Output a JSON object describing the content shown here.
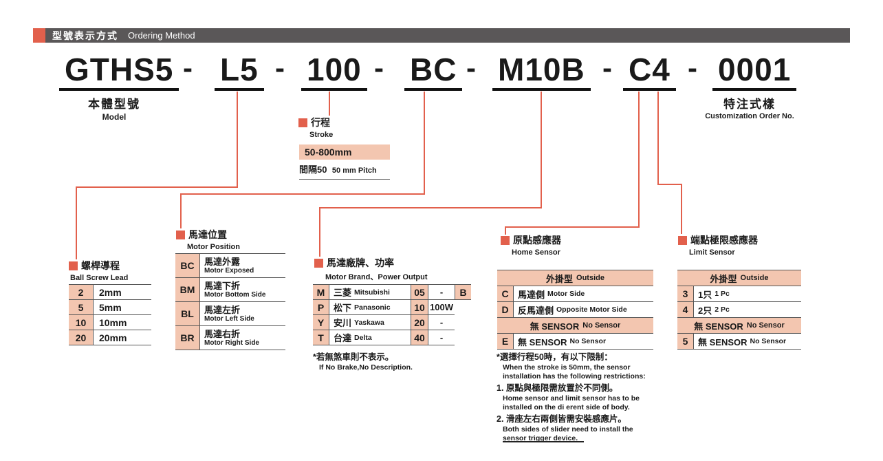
{
  "colors": {
    "accent": "#e2604c",
    "highlight": "#f3c6b0",
    "header_bg": "#5a5758"
  },
  "header": {
    "title_zh": "型號表示方式",
    "title_en": "Ordering Method"
  },
  "model_code": {
    "separator": "-",
    "segments": [
      "GTHS5",
      "L5",
      "100",
      "BC",
      "M10B",
      "C4",
      "0001"
    ]
  },
  "model_label": {
    "zh": "本體型號",
    "en": "Model"
  },
  "customization_label": {
    "zh": "特注式樣",
    "en": "Customization Order No."
  },
  "stroke": {
    "title_zh": "行程",
    "title_en": "Stroke",
    "range": "50-800mm",
    "pitch_zh": "間隔50",
    "pitch_en": "50 mm Pitch"
  },
  "ball_screw_lead": {
    "title_zh": "螺桿導程",
    "title_en": "Ball Screw Lead",
    "rows": [
      {
        "code": "2",
        "value": "2mm"
      },
      {
        "code": "5",
        "value": "5mm"
      },
      {
        "code": "10",
        "value": "10mm"
      },
      {
        "code": "20",
        "value": "20mm"
      }
    ]
  },
  "motor_position": {
    "title_zh": "馬達位置",
    "title_en": "Motor Position",
    "rows": [
      {
        "code": "BC",
        "zh": "馬達外露",
        "en": "Motor Exposed"
      },
      {
        "code": "BM",
        "zh": "馬達下折",
        "en": "Motor Bottom Side"
      },
      {
        "code": "BL",
        "zh": "馬達左折",
        "en": "Motor Left Side"
      },
      {
        "code": "BR",
        "zh": "馬達右折",
        "en": "Motor Right Side"
      }
    ]
  },
  "motor_brand": {
    "title_zh": "馬達廠牌、功率",
    "title_en": "Motor Brand、Power Output",
    "rows": [
      {
        "code": "M",
        "zh": "三菱",
        "en": "Mitsubishi",
        "power_code": "05",
        "power": "-",
        "brake": "B"
      },
      {
        "code": "P",
        "zh": "松下",
        "en": "Panasonic",
        "power_code": "10",
        "power": "100W",
        "brake": ""
      },
      {
        "code": "Y",
        "zh": "安川",
        "en": "Yaskawa",
        "power_code": "20",
        "power": "-",
        "brake": ""
      },
      {
        "code": "T",
        "zh": "台達",
        "en": "Delta",
        "power_code": "40",
        "power": "-",
        "brake": ""
      }
    ],
    "note_zh": "*若無煞車則不表示。",
    "note_en": "If No Brake,No Description."
  },
  "home_sensor": {
    "title_zh": "原點感應器",
    "title_en": "Home Sensor",
    "group_header_zh": "外掛型",
    "group_header_en": "Outside",
    "rows": [
      {
        "code": "C",
        "zh": "馬達側",
        "en": "Motor Side"
      },
      {
        "code": "D",
        "zh": "反馬達側",
        "en": "Opposite Motor Side"
      }
    ],
    "divider_zh": "無 SENSOR",
    "divider_en": "No Sensor",
    "last_row": {
      "code": "E",
      "zh": "無 SENSOR",
      "en": "No Sensor"
    },
    "notes": {
      "intro_zh": "*選擇行程50時，有以下限制：",
      "intro_en": "When the stroke is 50mm, the sensor installation has the following restrictions:",
      "item1_zh": "1. 原點與極限需放置於不同側。",
      "item1_en": "Home sensor and limit sensor has to be installed on the di erent side of body.",
      "item2_zh": "2. 滑座左右兩側皆需安裝感應片。",
      "item2_en": "Both sides of slider need to install the sensor trigger device."
    }
  },
  "limit_sensor": {
    "title_zh": "端點極限感應器",
    "title_en": "Limit Sensor",
    "group_header_zh": "外掛型",
    "group_header_en": "Outside",
    "rows": [
      {
        "code": "3",
        "zh": "1只",
        "en": "1 Pc"
      },
      {
        "code": "4",
        "zh": "2只",
        "en": "2 Pc"
      }
    ],
    "divider_zh": "無 SENSOR",
    "divider_en": "No Sensor",
    "last_row": {
      "code": "5",
      "zh": "無 SENSOR",
      "en": "No Sensor"
    }
  }
}
